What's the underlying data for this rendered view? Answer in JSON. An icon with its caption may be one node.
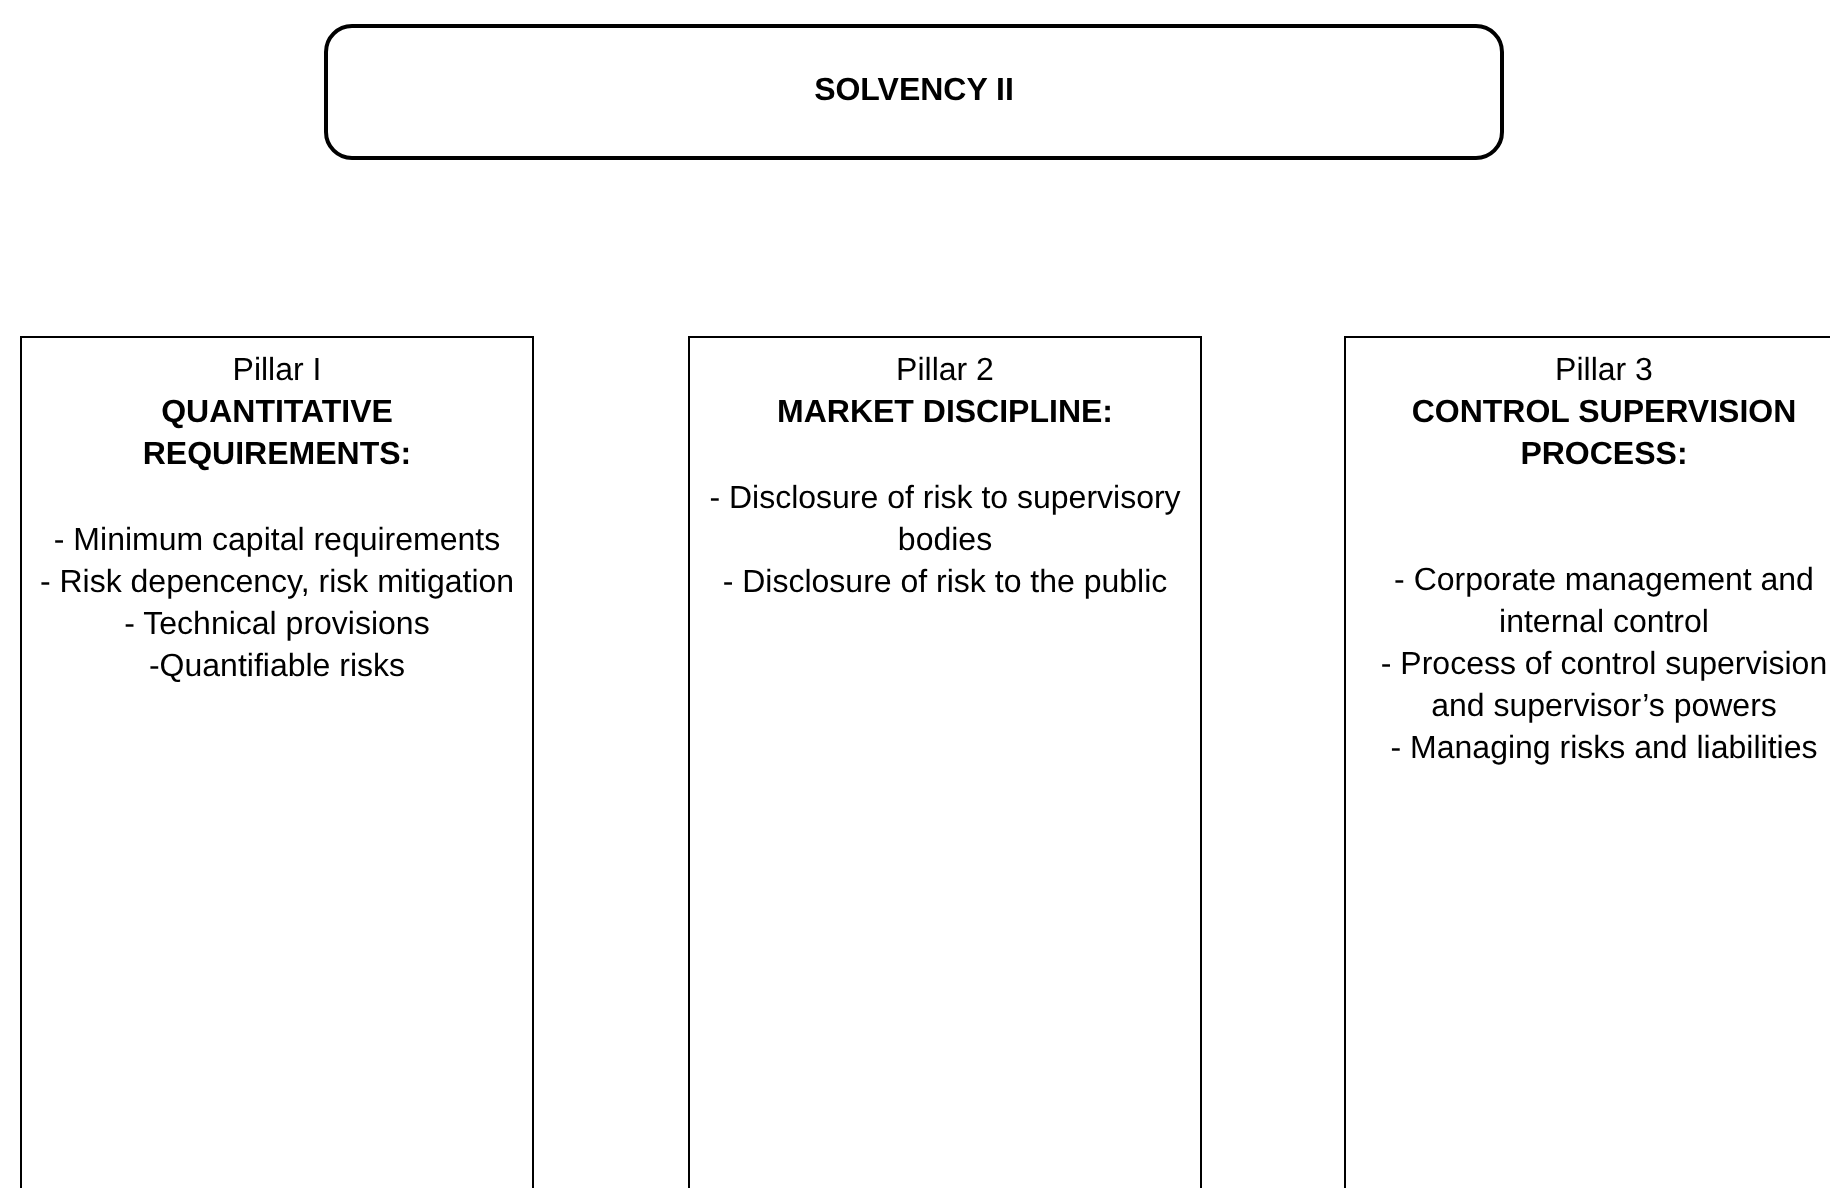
{
  "diagram": {
    "nodes": [
      {
        "text": [
          "SOLVENCY II"
        ]
      },
      {
        "text": [
          "Pillar I",
          "QUANTITATIVE REQUIREMENTS:",
          "- Minimum capital requirements",
          "- Risk depencency, risk mitigation",
          "- Technical provisions",
          "-Quantifiable risks"
        ]
      },
      {
        "text": [
          "Pillar 2",
          "MARKET DISCIPLINE:",
          "- Disclosure of risk to supervisory bodies",
          "- Disclosure of risk to the public"
        ]
      },
      {
        "text": [
          "Pillar 3",
          "CONTROL SUPERVISION PROCESS:",
          "- Corporate management and internal control",
          "- Process of control supervision and supervisor’s powers",
          "- Managing risks and liabilities"
        ]
      }
    ]
  }
}
